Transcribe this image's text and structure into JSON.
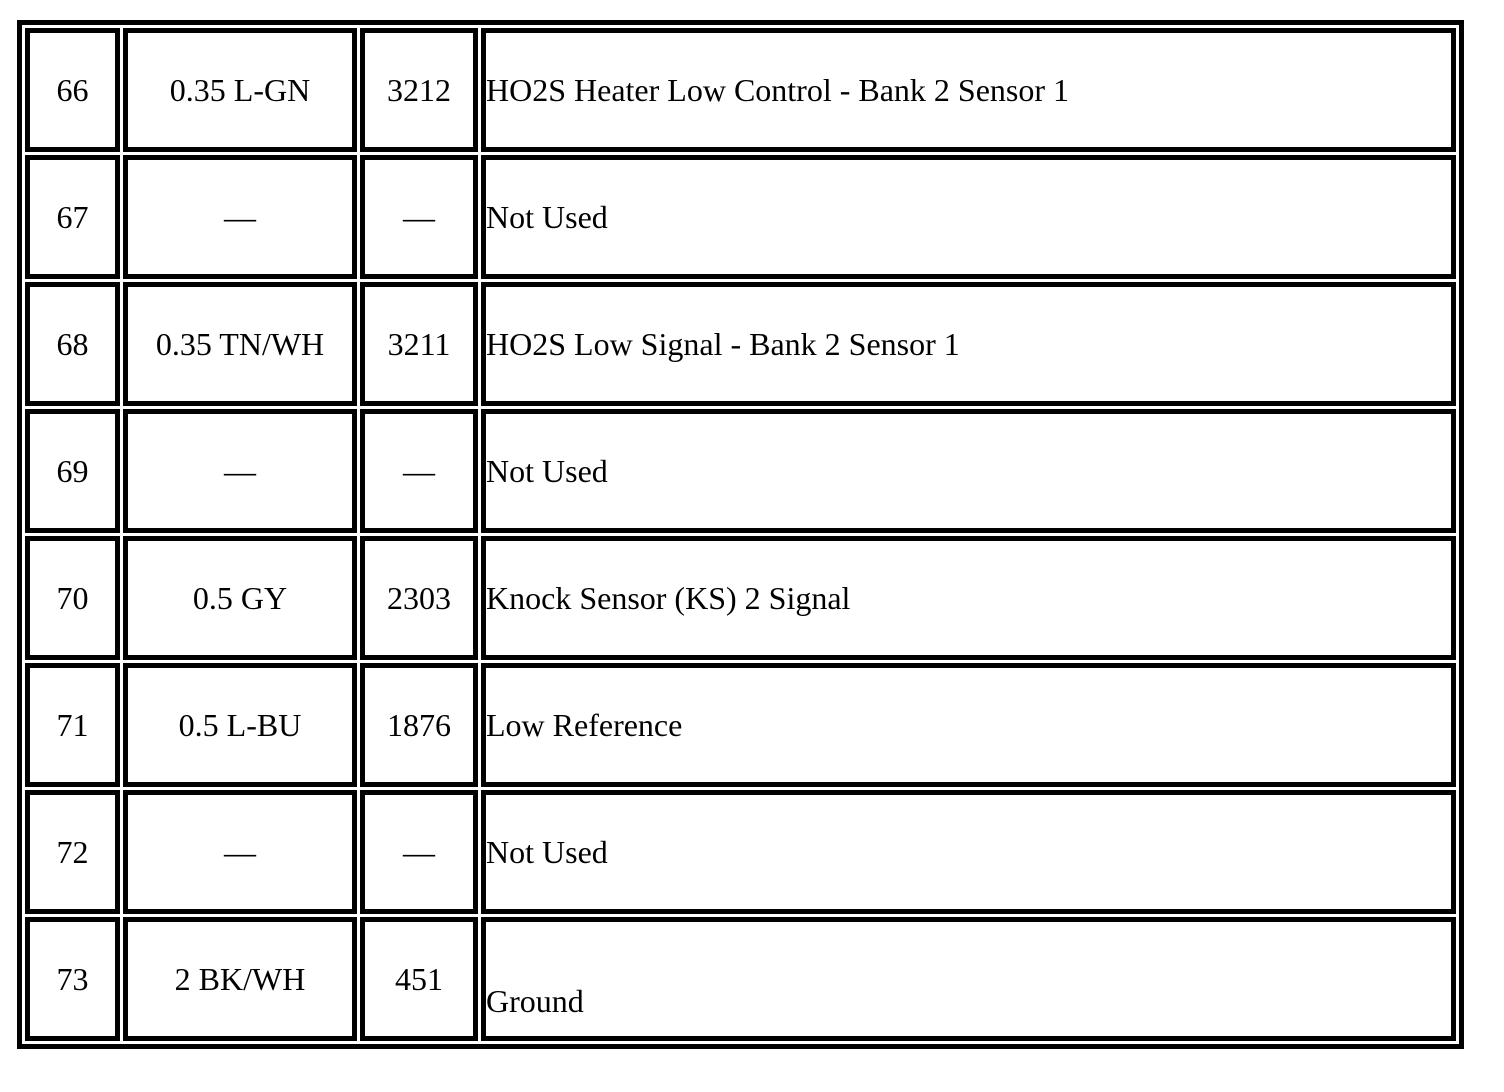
{
  "page": {
    "background_color": "#ffffff",
    "border_color": "#000000",
    "text_color": "#000000"
  },
  "table": {
    "description": "Connector pinout table: pin number, wire color, circuit number, function",
    "rows": [
      {
        "pin": "66",
        "wire": "0.35 L-GN",
        "circuit": "3212",
        "function": "HO2S Heater Low Control - Bank 2 Sensor 1"
      },
      {
        "pin": "67",
        "wire": "—",
        "circuit": "—",
        "function": "Not Used"
      },
      {
        "pin": "68",
        "wire": "0.35 TN/WH",
        "circuit": "3211",
        "function": "HO2S Low Signal - Bank 2 Sensor 1"
      },
      {
        "pin": "69",
        "wire": "—",
        "circuit": "—",
        "function": "Not Used"
      },
      {
        "pin": "70",
        "wire": "0.5 GY",
        "circuit": "2303",
        "function": "Knock Sensor (KS) 2 Signal"
      },
      {
        "pin": "71",
        "wire": "0.5 L-BU",
        "circuit": "1876",
        "function": "Low Reference"
      },
      {
        "pin": "72",
        "wire": "—",
        "circuit": "—",
        "function": "Not Used"
      },
      {
        "pin": "73",
        "wire": "2 BK/WH",
        "circuit": "451",
        "function": "Ground"
      }
    ]
  }
}
